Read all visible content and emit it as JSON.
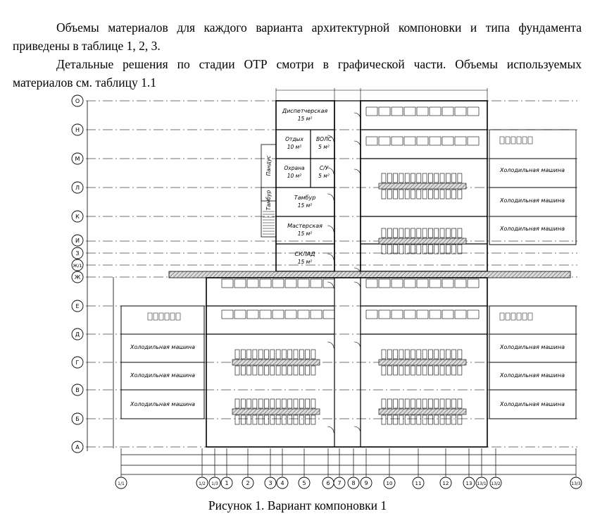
{
  "text": {
    "paragraph1": "Объемы материалов для каждого варианта архитектурной компоновки и типа фундамента приведены в таблице 1, 2, 3.",
    "paragraph2": "Детальные решения по стадии ОТР смотри в графической части. Объемы используемых материалов см. таблицу 1.1"
  },
  "figure": {
    "caption": "Рисунок 1. Вариант компоновки 1",
    "row_axes": [
      "О",
      "Н",
      "М",
      "Л",
      "К",
      "И",
      "З",
      "Ж/1",
      "Ж",
      "Е",
      "Д",
      "Г",
      "В",
      "Б",
      "А"
    ],
    "column_axes": [
      "1/1",
      "1/2",
      "1/3",
      "1",
      "2",
      "3",
      "4",
      "5",
      "6",
      "7",
      "8",
      "9",
      "10",
      "11",
      "12",
      "13",
      "13/1",
      "13/2",
      "13/3"
    ],
    "rooms": [
      {
        "name": "Диспетчерская",
        "area": "15 м²"
      },
      {
        "name": "Отдых",
        "area": "10 м²"
      },
      {
        "name": "ВОЛС",
        "area": "5 м²"
      },
      {
        "name": "Охрана",
        "area": "10 м²"
      },
      {
        "name": "С/У",
        "area": "5 м²"
      },
      {
        "name": "Тамбур",
        "area": "15 м²"
      },
      {
        "name": "Мастерская",
        "area": "15 м²"
      },
      {
        "name": "СКЛАД",
        "area": "15 м²"
      }
    ],
    "ramp_label": "Пандус",
    "vestibule_label": "Тамбур",
    "chiller_label": "Холодильная машина"
  }
}
